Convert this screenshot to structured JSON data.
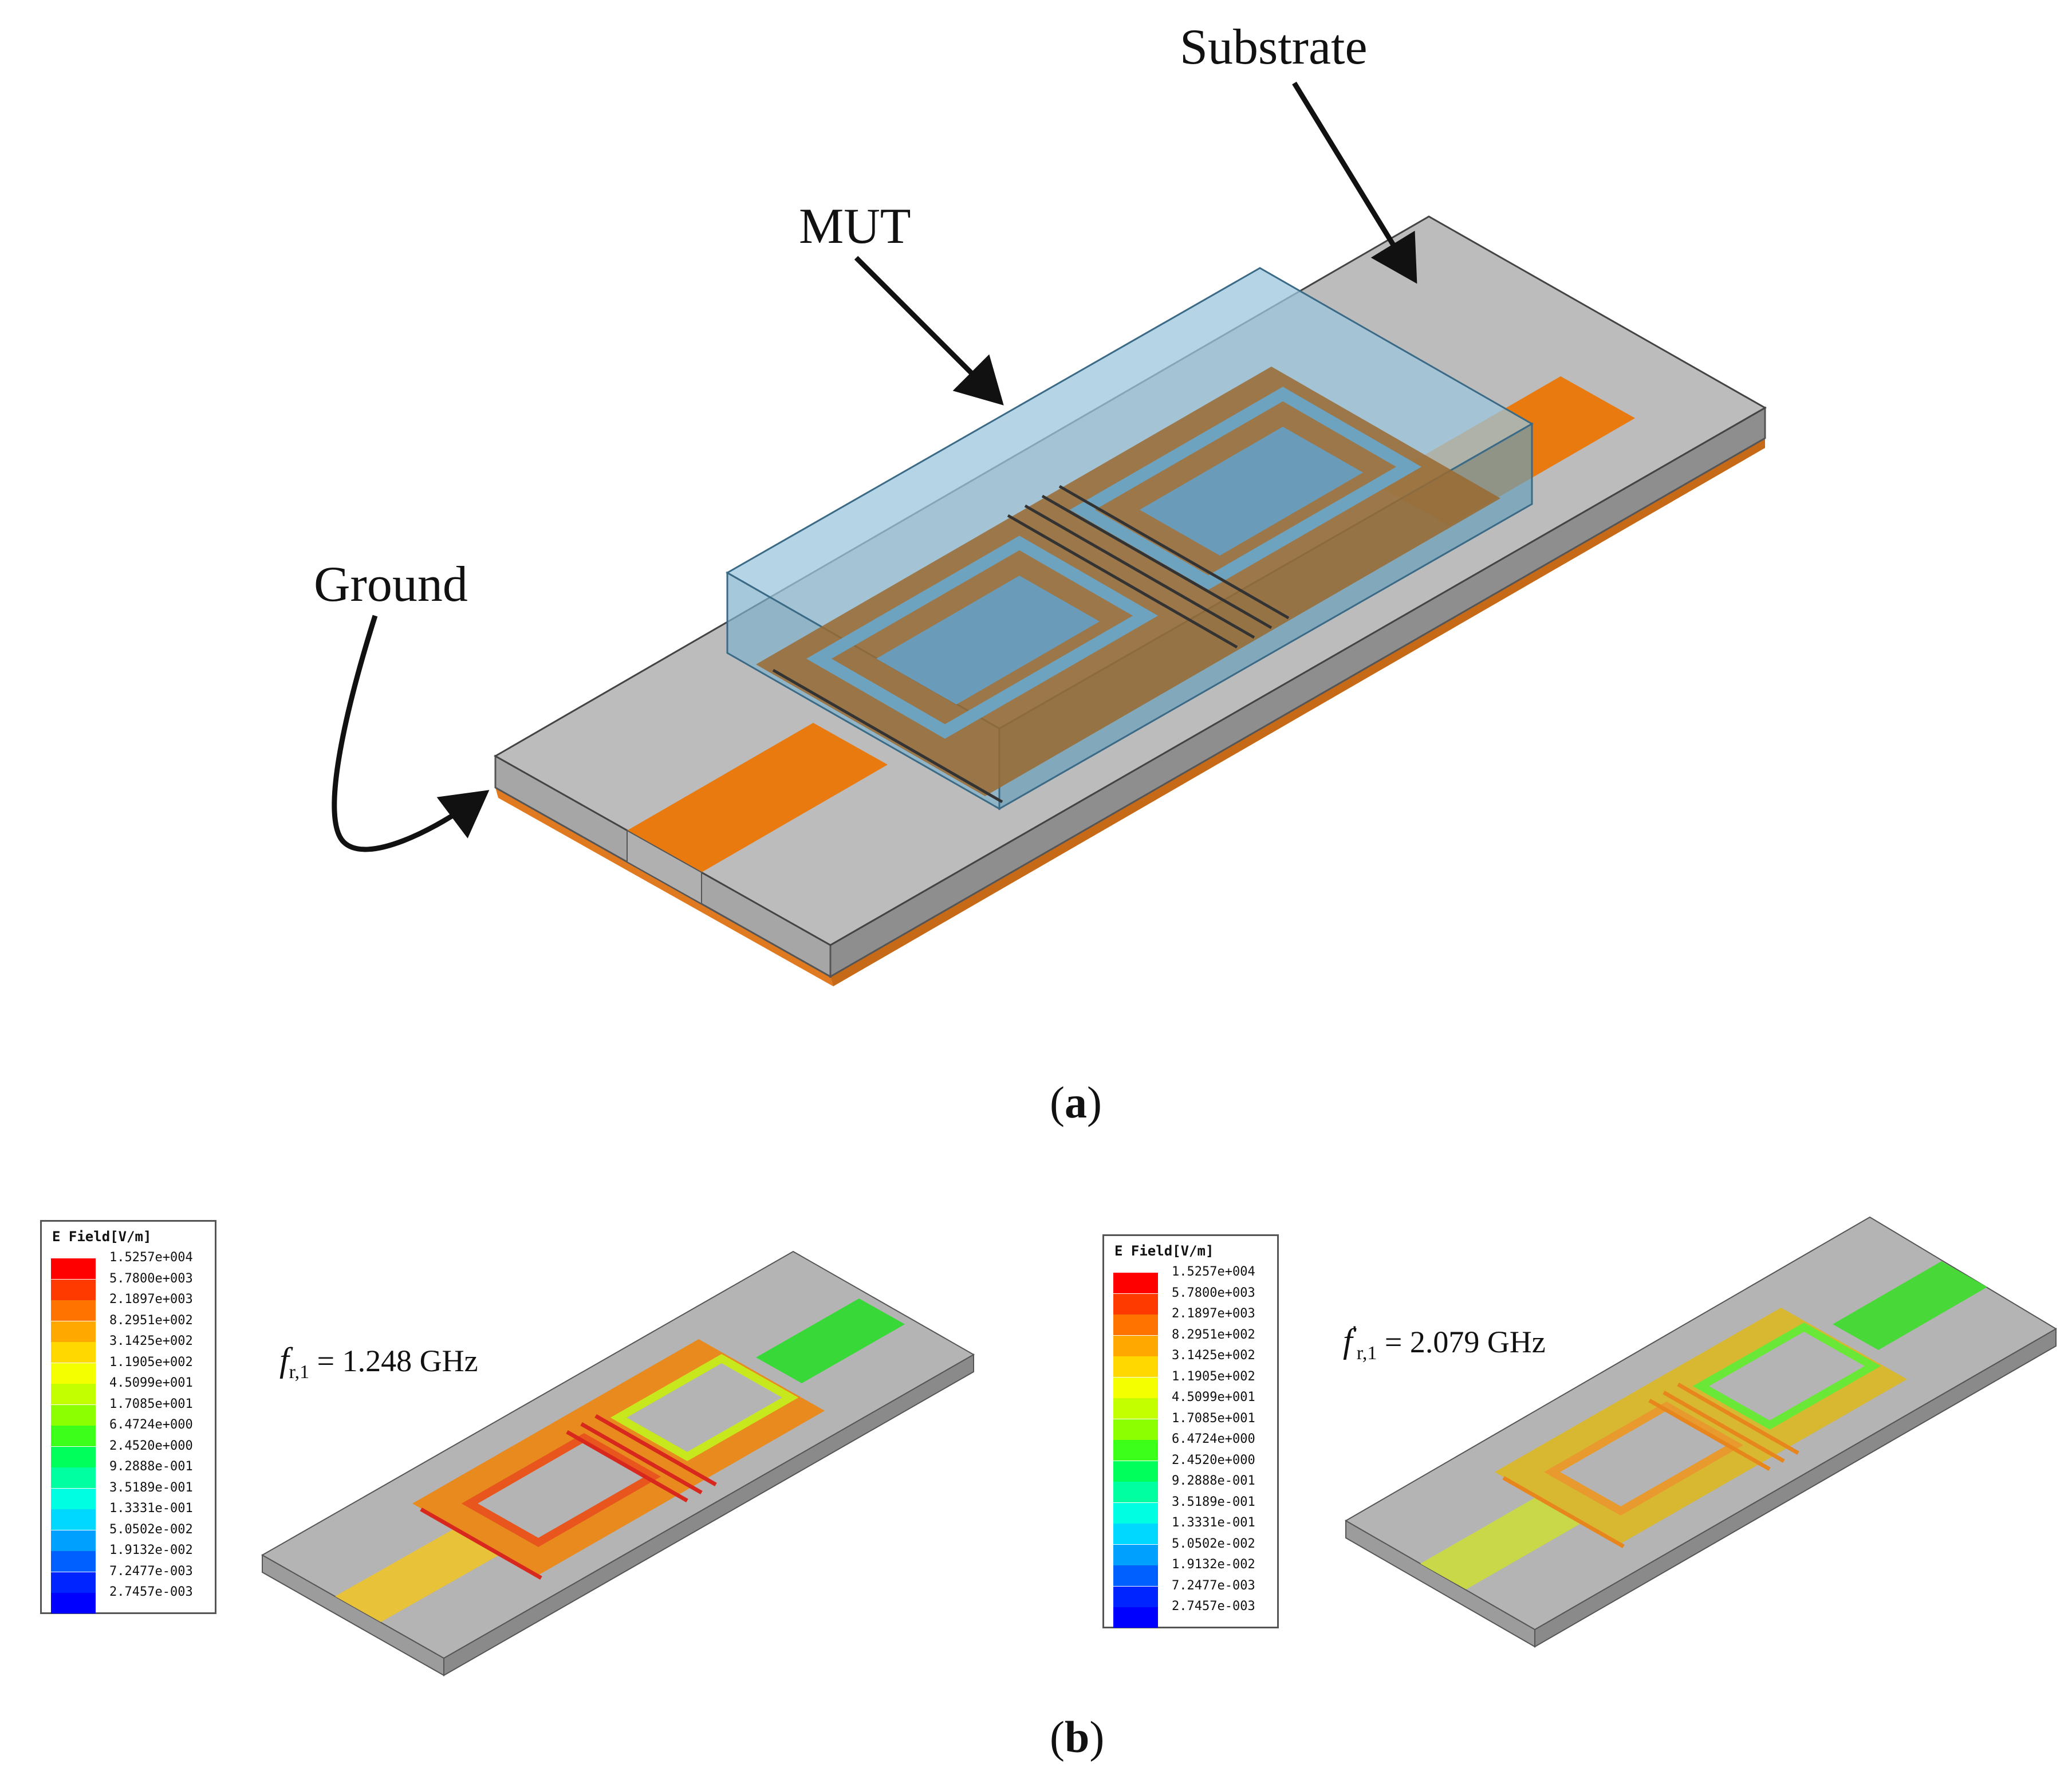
{
  "labels": {
    "substrate": "Substrate",
    "mut": "MUT",
    "ground": "Ground",
    "caption_a": "a",
    "caption_b": "b"
  },
  "legend_left": {
    "title": "E Field[V/m]",
    "values": [
      "1.5257e+004",
      "5.7800e+003",
      "2.1897e+003",
      "8.2951e+002",
      "3.1425e+002",
      "1.1905e+002",
      "4.5099e+001",
      "1.7085e+001",
      "6.4724e+000",
      "2.4520e+000",
      "9.2888e-001",
      "3.5189e-001",
      "1.3331e-001",
      "5.0502e-002",
      "1.9132e-002",
      "7.2477e-003",
      "2.7457e-003"
    ]
  },
  "legend_right": {
    "title": "E Field[V/m]",
    "values": [
      "1.5257e+004",
      "5.7800e+003",
      "2.1897e+003",
      "8.2951e+002",
      "3.1425e+002",
      "1.1905e+002",
      "4.5099e+001",
      "1.7085e+001",
      "6.4724e+000",
      "2.4520e+000",
      "9.2888e-001",
      "3.5189e-001",
      "1.3331e-001",
      "5.0502e-002",
      "1.9132e-002",
      "7.2477e-003",
      "2.7457e-003"
    ]
  },
  "legend_colors": [
    "#ff0000",
    "#ff3a00",
    "#ff7400",
    "#ffa800",
    "#ffd800",
    "#f4ff00",
    "#c4ff00",
    "#8cff00",
    "#3cff1a",
    "#00ff5a",
    "#00ffa0",
    "#00ffe2",
    "#00d8ff",
    "#00a0ff",
    "#0060ff",
    "#0024ff",
    "#0000ff"
  ],
  "freq_left": {
    "symbol": "f",
    "sub": "r,1",
    "prime": "",
    "value": " = 1.248 GHz"
  },
  "freq_right": {
    "symbol": "f",
    "sub": "r,1",
    "prime": "'",
    "value": " = 2.079 GHz"
  },
  "colors": {
    "substrate_top": "#b8b8b8",
    "substrate_side": "#a3a3a3",
    "copper": "#e87a10",
    "mut_fill": "#6fa8c8",
    "resonator": "#9a6a30"
  }
}
